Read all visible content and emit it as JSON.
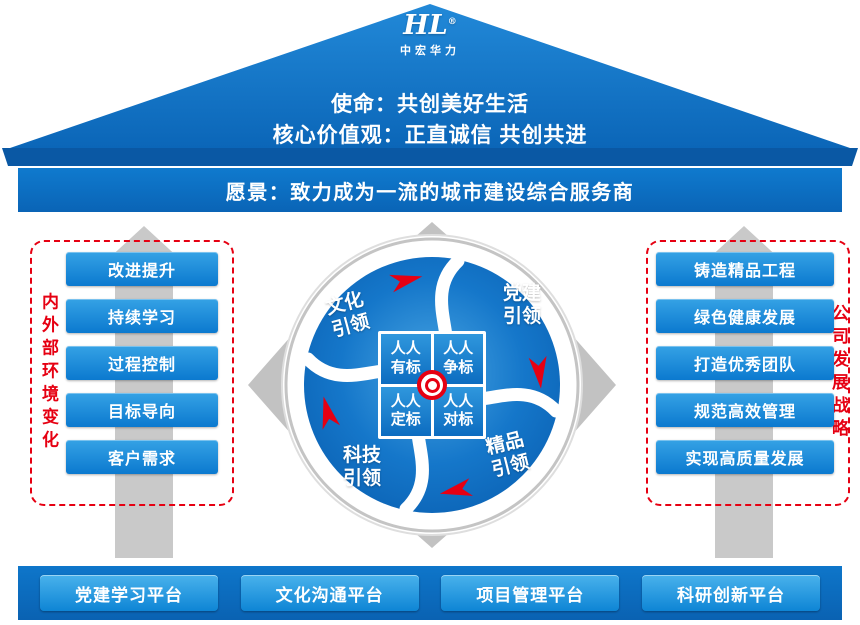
{
  "colors": {
    "primary_blue": "#0b6fc2",
    "pill_blue_top": "#35a2e5",
    "pill_blue_bottom": "#0b79cf",
    "accent_red": "#e60012",
    "arrow_gray": "#c6c6c6"
  },
  "roof": {
    "logo_mark": "HL",
    "logo_reg": "®",
    "logo_name": "中宏华力",
    "mission": "使命：共创美好生活",
    "values": "核心价值观：正直诚信 共创共进"
  },
  "vision": "愿景：致力成为一流的城市建设综合服务商",
  "left_panel": {
    "label": "内外部环境变化",
    "items": [
      "改进提升",
      "持续学习",
      "过程控制",
      "目标导向",
      "客户需求"
    ]
  },
  "right_panel": {
    "label": "公司发展战略",
    "items": [
      "铸造精品工程",
      "绿色健康发展",
      "打造优秀团队",
      "规范高效管理",
      "实现高质量发展"
    ]
  },
  "wheel": {
    "quadrants": [
      "文化引领",
      "党建引领",
      "科技引领",
      "精品引领"
    ],
    "core": [
      "人人有标",
      "人人争标",
      "人人定标",
      "人人对标"
    ]
  },
  "platforms": [
    "党建学习平台",
    "文化沟通平台",
    "项目管理平台",
    "科研创新平台"
  ]
}
